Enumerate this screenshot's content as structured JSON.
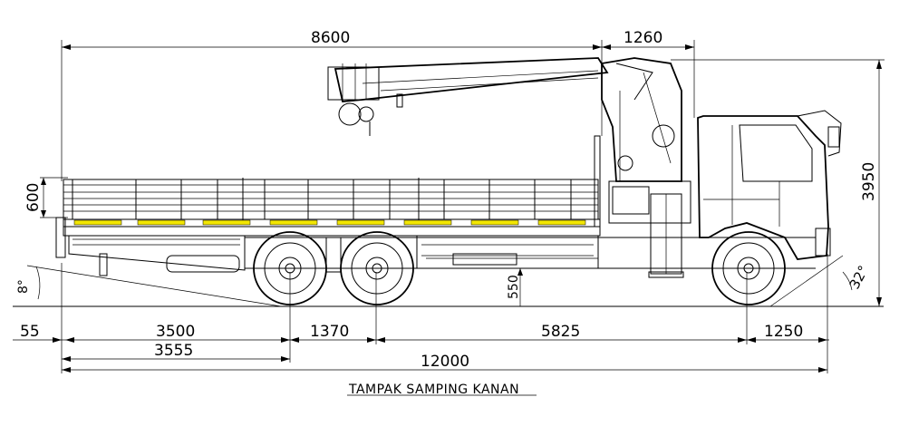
{
  "drawing": {
    "caption": "TAMPAK SAMPING KANAN",
    "dimensions": {
      "body_length": "8600",
      "cab_to_body": "1260",
      "total_height": "3950",
      "side_height": "600",
      "departure_angle": "8°",
      "approach_angle": "32°",
      "ground_clearance": "550",
      "rear_overhang_extra": "55",
      "rear_overhang": "3500",
      "tandem_spacing": "1370",
      "wheelbase": "5825",
      "front_overhang": "1250",
      "rear_overhang_total": "3555",
      "overall_length": "12000"
    },
    "accent_color": "#f2e600"
  }
}
